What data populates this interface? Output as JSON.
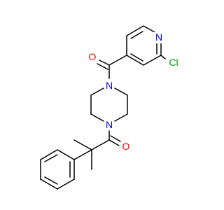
{
  "colors": {
    "nitrogen": "#0000ff",
    "oxygen": "#ff0000",
    "chlorine": "#00a000",
    "carbon": "#000000",
    "background": "#ffffff"
  },
  "atoms": {
    "n_pyridine": "N",
    "cl": "Cl",
    "o_upper": "O",
    "n_pip_top": "N",
    "n_pip_bottom": "N",
    "o_lower": "O"
  }
}
